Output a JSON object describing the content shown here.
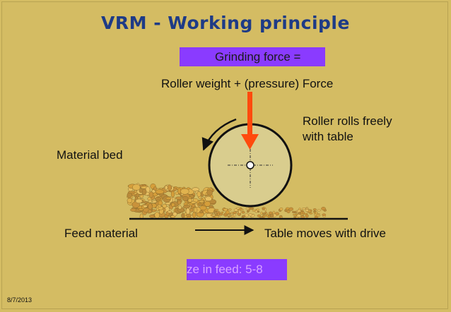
{
  "slide": {
    "title": "VRM - Working principle",
    "grinding_force_label": "Grinding force =",
    "force_formula": "Roller weight + (pressure) Force",
    "roller_note_line1": "Roller rolls freely",
    "roller_note_line2": "with table",
    "material_bed_label": "Material bed",
    "feed_material_label": "Feed material",
    "table_motion_label": "Table moves with drive",
    "feed_size_text": "ze in feed: 5-8",
    "date": "8/7/2013"
  },
  "colors": {
    "background": "#d4bc63",
    "title": "#1e3b86",
    "highlight_box": "#8a3bff",
    "force_arrow": "#ff4a0d",
    "roller_fill": "#d9cd8e",
    "material_grain": "#e0b24e"
  },
  "icons": [
    "force-arrow-icon",
    "rotation-arrow-icon",
    "table-motion-arrow-icon",
    "roller-center-icon"
  ]
}
